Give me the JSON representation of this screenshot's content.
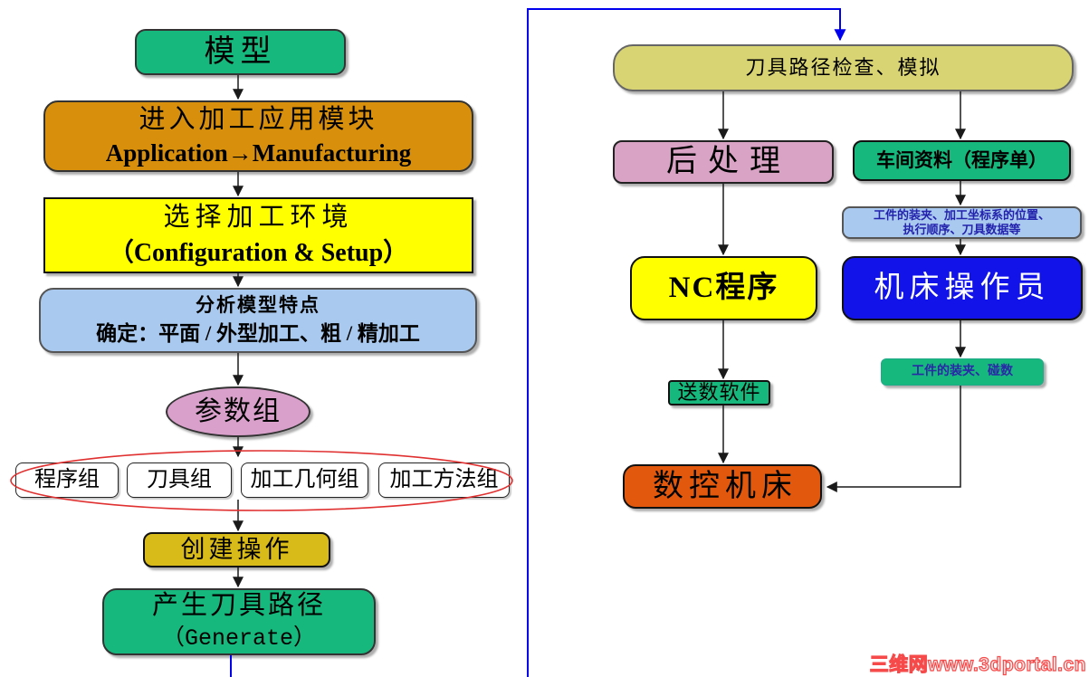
{
  "diagram": {
    "left_column": {
      "model": {
        "label": "模型"
      },
      "enter_module": {
        "line1": "进入加工应用模块",
        "line2": "Application→Manufacturing"
      },
      "select_env": {
        "line1": "选择加工环境",
        "line2": "（Configuration & Setup）"
      },
      "analyze_model": {
        "line1": "分析模型特点",
        "line2": "确定：平面 / 外型加工、粗 / 精加工"
      },
      "param_group": {
        "label": "参数组"
      },
      "groups": [
        {
          "label": "程序组"
        },
        {
          "label": "刀具组"
        },
        {
          "label": "加工几何组"
        },
        {
          "label": "加工方法组"
        }
      ],
      "create_operation": {
        "label": "创建操作"
      },
      "generate_toolpath": {
        "line1": "产生刀具路径",
        "line2": "（Generate）"
      }
    },
    "right_column": {
      "toolpath_check": {
        "label": "刀具路径检查、模拟"
      },
      "post_process": {
        "label": "后处理"
      },
      "shop_docs": {
        "label": "车间资料（程序单）"
      },
      "shop_docs_note": {
        "line1": "工件的装夹、加工坐标系的位置、",
        "line2": "执行顺序、刀具数据等"
      },
      "nc_program": {
        "label": "NC程序"
      },
      "machine_operator": {
        "label": "机床操作员"
      },
      "transfer_software": {
        "label": "送数软件"
      },
      "setup_note": {
        "label": "工件的装夹、碰数"
      },
      "cnc_machine": {
        "label": "数控机床"
      }
    },
    "watermark": {
      "text": "三维网www.3dportal.cn"
    },
    "colors": {
      "teal_green": "#17B87E",
      "orange": "#D8900C",
      "yellow": "#FFFF00",
      "light_blue": "#A9C9EF",
      "pink": "#D9A3C5",
      "plum": "#D9A0CB",
      "gold": "#D8BA18",
      "khaki": "#D8D473",
      "strong_blue": "#1113E8",
      "dark_orange": "#E2590D",
      "connector_blue": "#0000EE",
      "arrow_black": "#1A1A1A",
      "highlight_red": "#E03030",
      "note_text_blue": "#2323AD",
      "watermark_red": "#F64A4A"
    }
  }
}
